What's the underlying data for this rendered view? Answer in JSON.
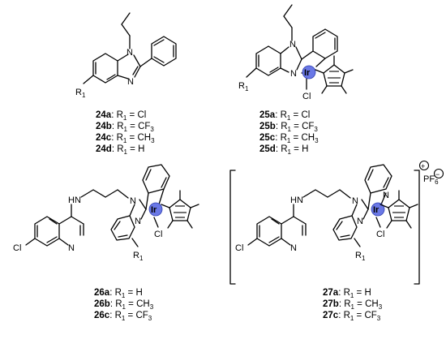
{
  "atoms": {
    "N": "N",
    "R": "R",
    "one": "1",
    "Ir": "Ir",
    "Cl": "Cl",
    "HN": "HN",
    "PF": "PF",
    "six": "6",
    "plus": "+",
    "minus": "−"
  },
  "labels": {
    "c24": [
      {
        "id": "24a",
        "rest": "= Cl"
      },
      {
        "id": "24b",
        "rest": "= CF",
        "sub": "3"
      },
      {
        "id": "24c",
        "rest": "= CH",
        "sub": "3"
      },
      {
        "id": "24d",
        "rest": "= H"
      }
    ],
    "c25": [
      {
        "id": "25a",
        "rest": "= Cl"
      },
      {
        "id": "25b",
        "rest": "= CF",
        "sub": "3"
      },
      {
        "id": "25c",
        "rest": "= CH",
        "sub": "3"
      },
      {
        "id": "25d",
        "rest": "= H"
      }
    ],
    "c26": [
      {
        "id": "26a",
        "rest": "= H"
      },
      {
        "id": "26b",
        "rest": "= CH",
        "sub": "3"
      },
      {
        "id": "26c",
        "rest": "= CF",
        "sub": "3"
      }
    ],
    "c27": [
      {
        "id": "27a",
        "rest": "= H"
      },
      {
        "id": "27b",
        "rest": "= CH",
        "sub": "3"
      },
      {
        "id": "27c",
        "rest": "= CF",
        "sub": "3"
      }
    ],
    "r_text": "R",
    "r_sub": "1",
    "sep": ": "
  }
}
